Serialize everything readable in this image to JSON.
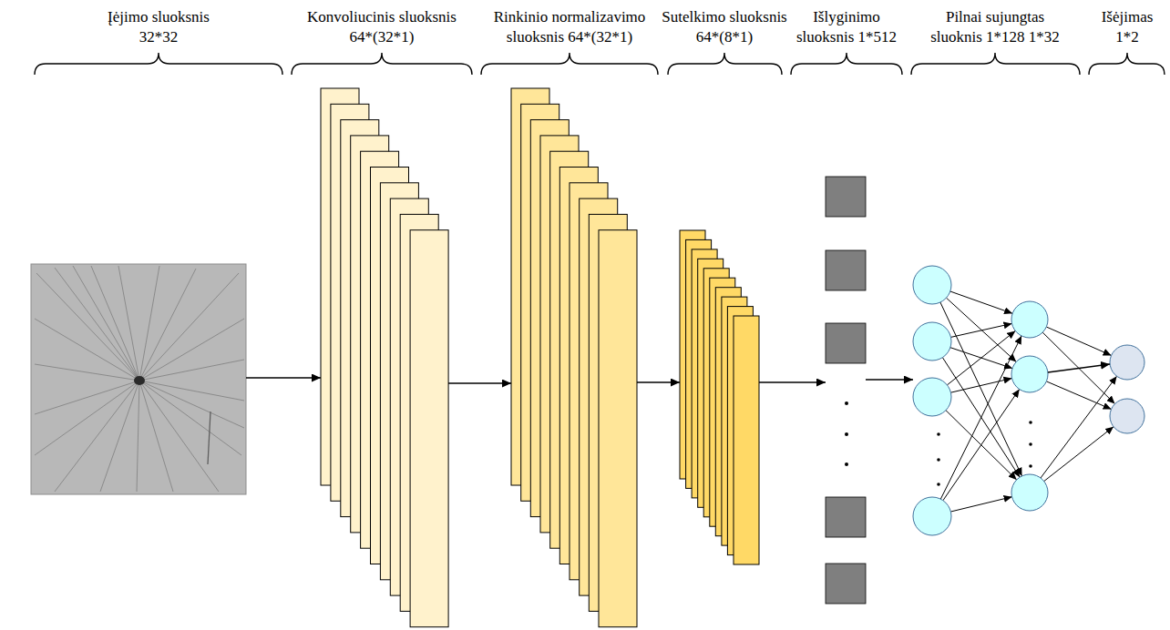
{
  "diagram": {
    "nodes": [
      {
        "text": [
          "Įėjimo sluoksnis 32*32"
        ]
      },
      {
        "text": [
          "Konvoliucinis sluoksnis 64*(32*1)"
        ]
      },
      {
        "text": [
          "Rinkinio normalizavimo sluoksnis 64*(32*1)"
        ]
      },
      {
        "text": [
          "Sutelkimo sluoksnis 64*(8*1)"
        ]
      },
      {
        "text": [
          "Išlyginimo sluoksnis 1*512"
        ]
      },
      {
        "text": [
          "Pilnai sujungtas sluoknis 1*128 1*32"
        ]
      },
      {
        "text": [
          "Išėjimas 1*2"
        ]
      }
    ],
    "edges": [
      {
        "from": 0,
        "to": 1,
        "arrow": "to"
      },
      {
        "from": 1,
        "to": 2,
        "arrow": "to"
      },
      {
        "from": 2,
        "to": 3,
        "arrow": "to"
      },
      {
        "from": 3,
        "to": 4,
        "arrow": "to"
      },
      {
        "from": 4,
        "to": 5,
        "arrow": "to"
      },
      {
        "from": 5,
        "to": 6,
        "arrow": "to"
      }
    ]
  }
}
